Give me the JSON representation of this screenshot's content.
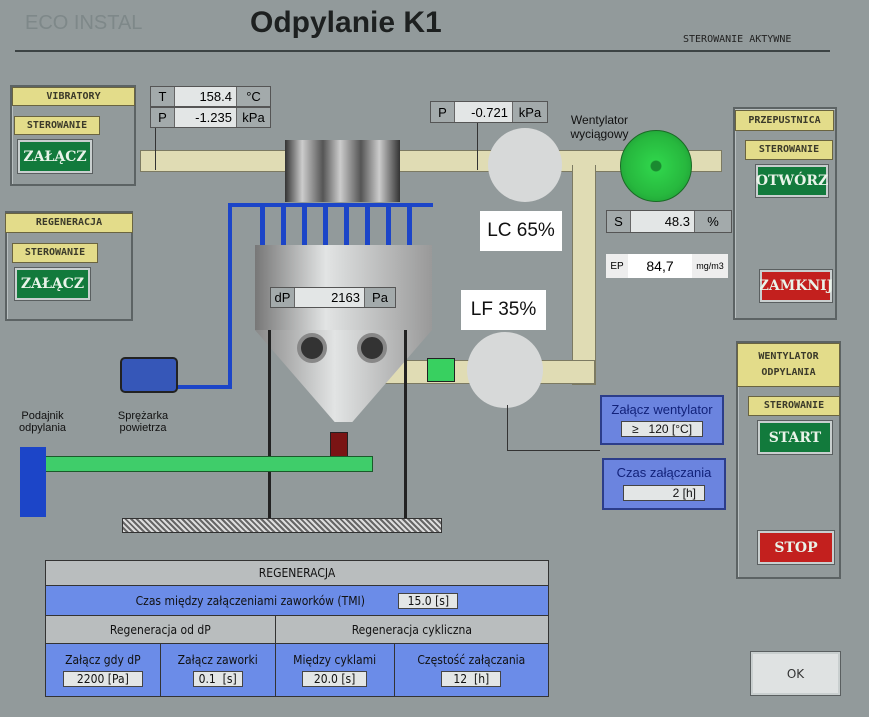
{
  "header": {
    "brand": "ECO INSTAL",
    "title": "Odpylanie K1",
    "status": "STEROWANIE AKTYWNE"
  },
  "vibratory": {
    "label": "VIBRATORY",
    "control_label": "STEROWANIE",
    "button": "ZAŁĄCZ"
  },
  "regeneration_panel": {
    "label": "REGENERACJA",
    "control_label": "STEROWANIE",
    "button": "ZAŁĄCZ"
  },
  "inlet_readout": {
    "t_label": "T",
    "t_value": "158.4",
    "t_unit": "°C",
    "p_label": "P",
    "p_value": "-1.235",
    "p_unit": "kPa"
  },
  "fan_pressure": {
    "label": "P",
    "value": "-0.721",
    "unit": "kPa"
  },
  "fan_label": "Wentylator wyciągowy",
  "dp": {
    "label": "dP",
    "value": "2163",
    "unit": "Pa"
  },
  "lc": "LC 65%",
  "lf": "LF 35%",
  "speed": {
    "label": "S",
    "value": "48.3",
    "unit": "%"
  },
  "ep": {
    "label": "EP",
    "value": "84,7",
    "unit": "mg/m3"
  },
  "damper_panel": {
    "label": "PRZEPUSTNICA",
    "control_label": "STEROWANIE",
    "open": "OTWÓRZ",
    "close": "ZAMKNIJ"
  },
  "fan_panel": {
    "label": "WENTYLATOR ODPYLANIA",
    "control_label": "STEROWANIE",
    "start": "START",
    "stop": "STOP"
  },
  "fan_on": {
    "label": "Załącz wentylator",
    "value": "≥   120 [°C]"
  },
  "on_time": {
    "label": "Czas załączania",
    "value": "2 [h]"
  },
  "compressor_label": "Sprężarka powietrza",
  "feeder_label": "Podajnik odpylania",
  "regen_table": {
    "title": "REGENERACJA",
    "tmi_label": "Czas między załączeniami zaworków (TMI)",
    "tmi_value": "15.0 [s]",
    "dp_group": "Regeneracja od dP",
    "cyclic_group": "Regeneracja cykliczna",
    "cols": [
      {
        "label": "Załącz gdy dP",
        "value": "2200 [Pa]"
      },
      {
        "label": "Załącz zaworki",
        "value": "0.1  [s]"
      },
      {
        "label": "Między cyklami",
        "value": "20.0 [s]"
      },
      {
        "label": "Częstość załączania",
        "value": "12  [h]"
      }
    ]
  },
  "ok": "OK"
}
